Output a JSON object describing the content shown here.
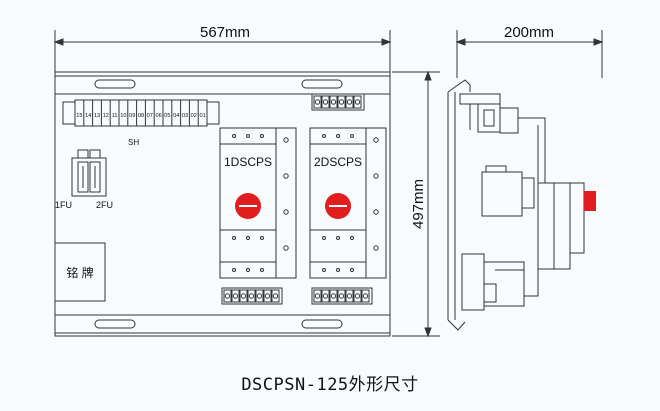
{
  "dimensions": {
    "width_label": "567mm",
    "depth_label": "200mm",
    "height_label": "497mm"
  },
  "terminal_strip": {
    "label": "SH",
    "numbers": [
      "15",
      "14",
      "13",
      "12",
      "11",
      "10",
      "09",
      "08",
      "07",
      "06",
      "05",
      "04",
      "03",
      "02",
      "01"
    ]
  },
  "fuses": {
    "left_label": "1FU",
    "right_label": "2FU"
  },
  "switches": [
    {
      "label": "1DSCPS",
      "button_color": "#e21d1d"
    },
    {
      "label": "2DSCPS",
      "button_color": "#e21d1d"
    }
  ],
  "nameplate": {
    "label": "铭 牌"
  },
  "side_view": {
    "button_color": "#e21d1d"
  },
  "caption": "DSCPSN-125外形尺寸",
  "colors": {
    "line": "#333333",
    "accent_red": "#e21d1d",
    "background": "#f7fbfe"
  }
}
